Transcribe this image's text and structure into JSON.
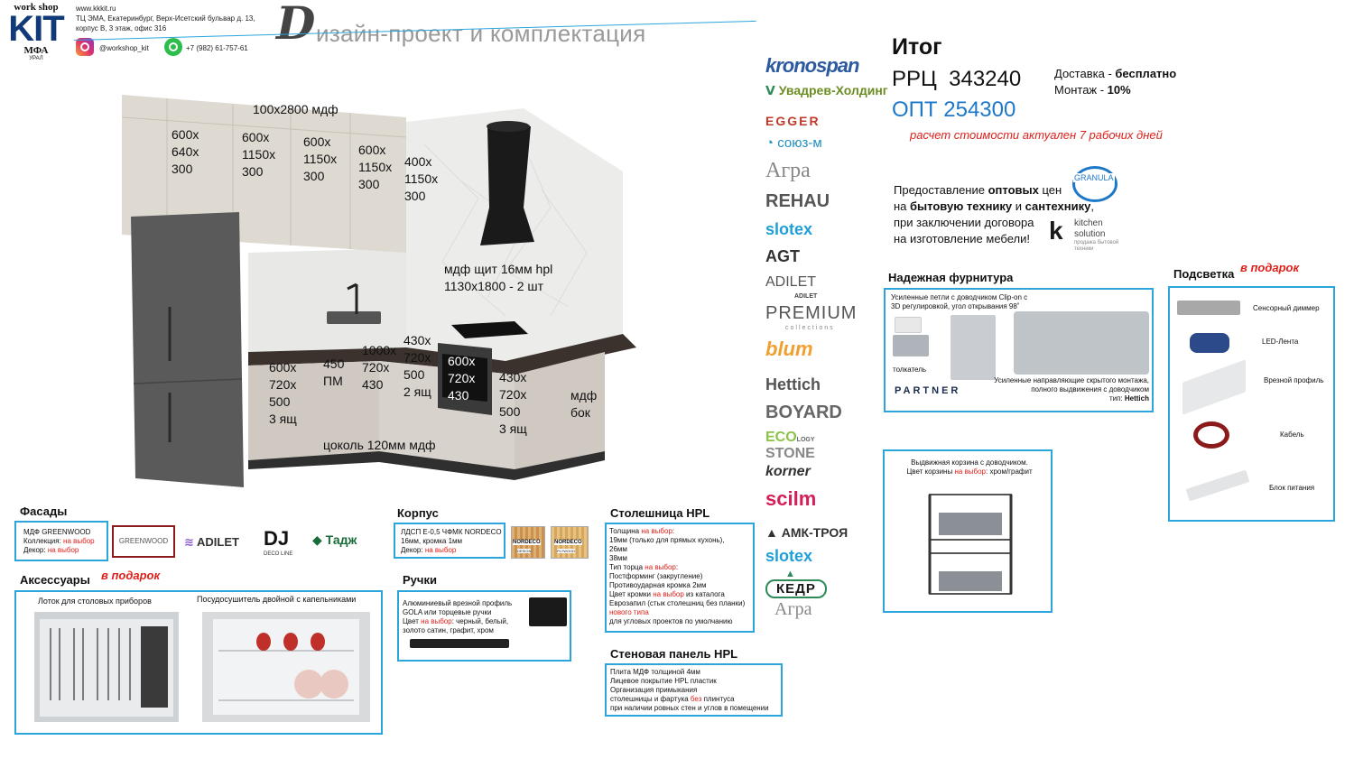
{
  "header": {
    "logo": {
      "top": "work shop",
      "main": "KIT",
      "sub": "МФА",
      "ural": "УРАЛ"
    },
    "site": "www.kkkit.ru",
    "address_line1": "ТЦ ЭМА, Екатеринбург, Верх-Исетский бульвар д. 13,",
    "address_line2": "корпус В, 3 этаж, офис 316",
    "instagram": "@workshop_kit",
    "phone": "+7 (982) 61-757-61",
    "title_initial": "D",
    "title_rest": "изайн-проект и комплектация"
  },
  "kitchen": {
    "labels": {
      "top_panel": "100х2800 мдф",
      "uc1": "600х\n640х\n300",
      "uc2": "600х\n1150х\n300",
      "uc3": "600х\n1150х\n300",
      "uc4": "600х\n1150х\n300",
      "uc5": "400х\n1150х\n300",
      "shield": "мдф щит 16мм hpl\n1130х1800 - 2 шт",
      "lc1": "600х\n720х\n500\n3 ящ",
      "lc2": "450\nПМ",
      "lc3": "1000х\n720х\n430",
      "lc4": "430х\n720х\n500\n2 ящ",
      "lc5": "600х\n720х\n430",
      "lc6": "430х\n720х\n500\n3 ящ",
      "side": "мдф\nбок",
      "plinth": "цоколь 120мм мдф"
    }
  },
  "brands": [
    "kronospan",
    "Увадрев-Холдинг",
    "EGGER",
    "союз-м",
    "Агра",
    "REHAU",
    "slotex",
    "AGT",
    "ADILET",
    "ADILET",
    "PREMIUM",
    "collections",
    "blum",
    "Hettich",
    "BOYARD",
    "ECO",
    "LOGY",
    "STONE",
    "korner",
    "scilm",
    "АМК-ТРОЯ",
    "slotex",
    "КЕДР",
    "Агра"
  ],
  "total": {
    "title": "Итог",
    "rrc_label": "РРЦ",
    "rrc_value": "343240",
    "opt_label": "ОПТ",
    "opt_value": "254300",
    "delivery_label": "Доставка - ",
    "delivery_value": "бесплатно",
    "install_label": "Монтаж - ",
    "install_value": "10%",
    "note": "расчет стоимости актуален  7 рабочих дней"
  },
  "wholesale": {
    "line1_a": "Предоставление ",
    "line1_b": "оптовых",
    "line1_c": " цен",
    "line2_a": "на ",
    "line2_b": "бытовую технику",
    "line2_c": " и ",
    "line2_d": "сантехнику",
    "line2_e": ",",
    "line3": "при заключении договора",
    "line4": "на изготовление мебели!",
    "granula": "GRANULA",
    "ks1": "kitchen",
    "ks2": "solution",
    "ks3": "продажа бытовой",
    "ks4": "техники"
  },
  "hardware": {
    "title": "Надежная фурнитура",
    "hinge_1": "Усиленные петли с доводчиком Clip-on с",
    "hinge_2": "3D регулировкой, угол открывания 98˚",
    "pusher": "толкатель",
    "partner": "PARTNER",
    "rails_1": "Усиленные направляющие скрытого монтажа,",
    "rails_2": "полного выдвижения с доводчиком",
    "type_label": "тип: ",
    "type_value": "Hettich"
  },
  "basket": {
    "line1": "Выдвижная корзина с доводчиком.",
    "line2_a": "Цвет корзины ",
    "line2_b": "на выбор",
    "line2_c": ": хром/графит"
  },
  "lighting": {
    "title": "Подсветка",
    "gift": "в подарок",
    "items": [
      "Сенсорный диммер",
      "LED-Лента",
      "Врезной профиль",
      "Кабель",
      "Блок питания"
    ]
  },
  "facades": {
    "title": "Фасады",
    "line1": "МДФ GREENWOOD",
    "collection_label": "Коллекция: ",
    "decor_label": "Декор: ",
    "choice": "на выбор",
    "brand_greenwood": "GREENWOOD",
    "brand_adilet": "ADILET",
    "brand_deco": "DECO LINE",
    "brand_tadj": "Тадж"
  },
  "korpus": {
    "title": "Корпус",
    "line1": "ЛДСП Е-0,5 ЧФМК NORDECO",
    "line2": "16мм, кромка 1мм",
    "decor_label": "Декор: ",
    "choice": "на выбор",
    "nordeco": "NORDECO",
    "design": "DESIGN",
    "plywood": "PLYWOOD"
  },
  "accessories": {
    "title": "Аксессуары",
    "gift": "в подарок",
    "tray": "Лоток для столовых приборов",
    "dryer": "Посудосушитель двойной с капельниками"
  },
  "handles": {
    "title": "Ручки",
    "line1": "Алюминиевый врезной профиль",
    "line2": "GOLA   или торцевые ручки",
    "line3_a": "Цвет ",
    "line3_b": "на выбор",
    "line3_c": ": черный, белый,",
    "line4": "золото сатин, графит, хром"
  },
  "worktop": {
    "title": "Столешница HPL",
    "l1_a": "Толщина ",
    "l1_b": "на выбор",
    "l1_c": ":",
    "l2": "19мм (только для прямых кухонь),",
    "l3": "26мм",
    "l4": "38мм",
    "l5_a": "Тип торца ",
    "l5_b": "на выбор",
    "l5_c": ":",
    "l6": "Постформинг (закругление)",
    "l7": "Противоударная кромка 2мм",
    "l8_a": "Цвет кромки ",
    "l8_b": "на выбор",
    "l8_c": " из каталога",
    "l9": "Еврозапил (стык столешниц без планки)",
    "l10": "нового типа",
    "l11": "для угловых проектов по умолчанию"
  },
  "wallpanel": {
    "title": "Стеновая панель HPL",
    "l1": "Плита МДФ толщиной 4мм",
    "l2": "Лицевое покрытие HPL пластик",
    "l3": "Организация примыкания",
    "l4_a": "столешницы и фартука ",
    "l4_b": "без",
    "l4_c": " плинтуса",
    "l5": "при наличии ровных стен и углов в помещении"
  }
}
